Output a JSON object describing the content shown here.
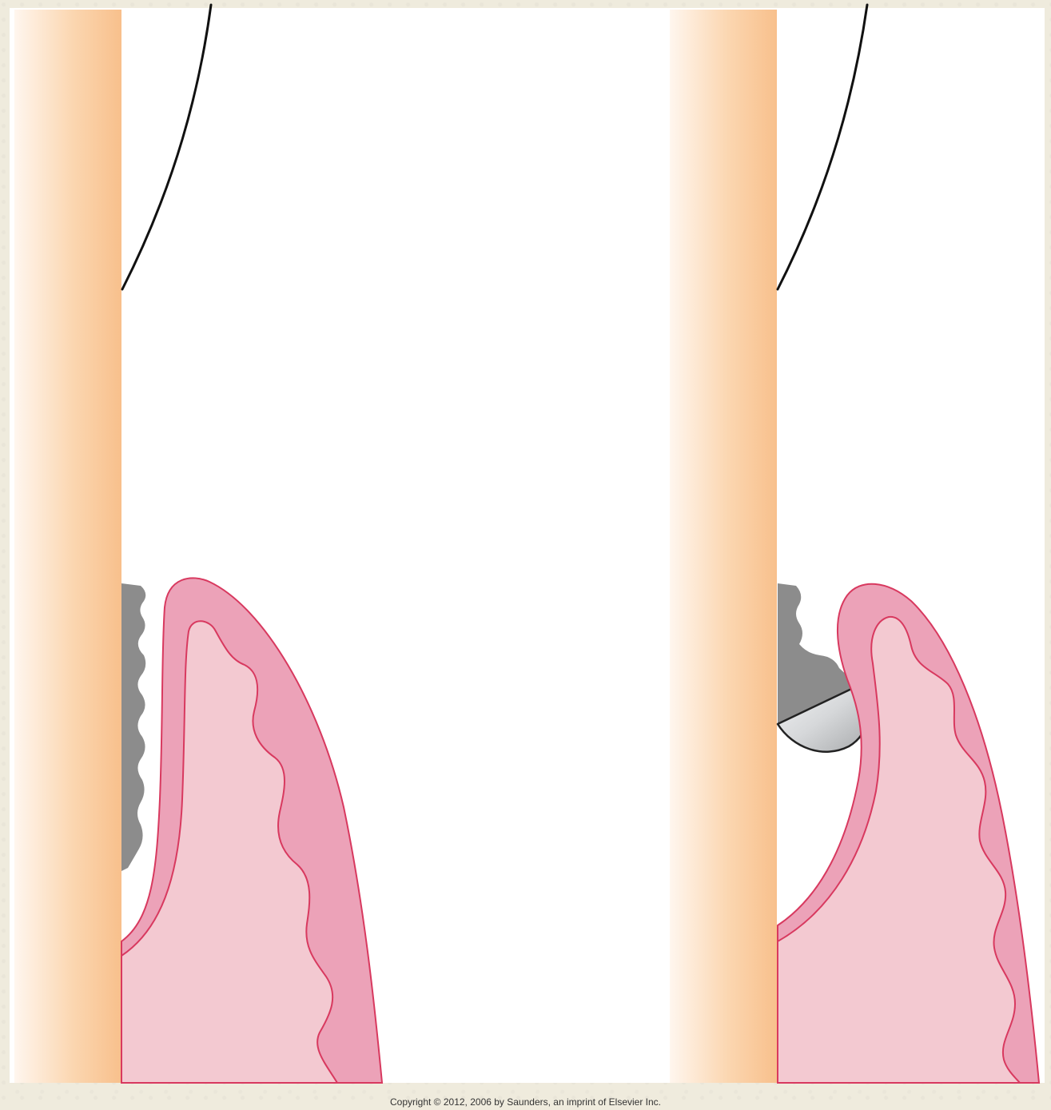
{
  "figure": {
    "copyright": "Copyright © 2012, 2006 by Saunders, an imprint of Elsevier Inc."
  },
  "colors": {
    "background": "#efebdd",
    "tooth_light": "#fff6ee",
    "tooth_dark": "#f8c08c",
    "gingiva_outer": "#eca2b8",
    "gingiva_inner": "#f3c9d1",
    "gingiva_outline": "#d8395f",
    "calculus": "#8c8c8c",
    "instrument_light": "#e8e9ea",
    "instrument_dark": "#a8aaac",
    "crown_line": "#111111"
  },
  "panels": [
    {
      "name": "left-panel",
      "shows": [
        "tooth",
        "crown-outline",
        "calculus",
        "gingiva"
      ]
    },
    {
      "name": "right-panel",
      "shows": [
        "tooth",
        "crown-outline",
        "calculus",
        "instrument-tip",
        "gingiva"
      ]
    }
  ]
}
